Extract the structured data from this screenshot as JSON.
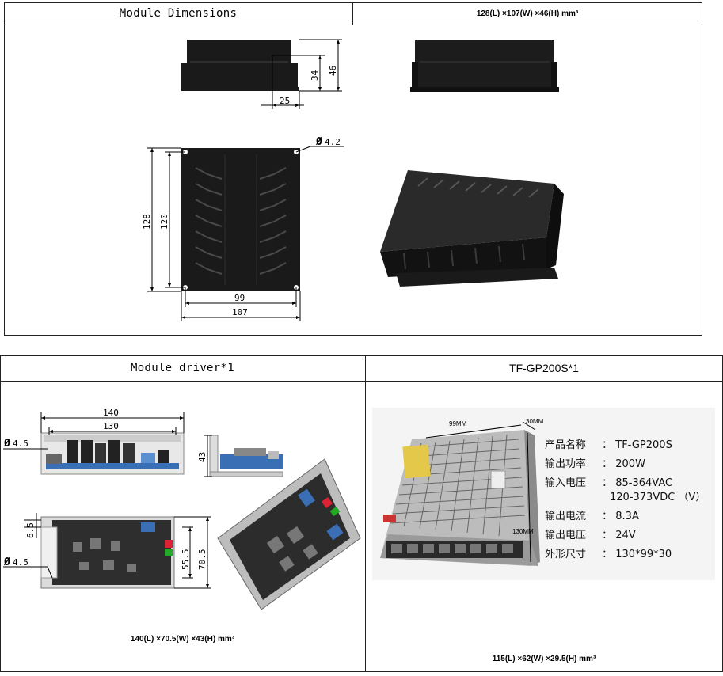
{
  "top_table": {
    "title": "Module Dimensions",
    "size_text": "128(L) ×107(W) ×46(H) mm³",
    "dims": {
      "height_46": "46",
      "height_34": "34",
      "width_25": "25",
      "hole_phi": "4.2",
      "len_128": "128",
      "len_120": "120",
      "w_99": "99",
      "w_107": "107"
    }
  },
  "bottom_table": {
    "left_title": "Module driver*1",
    "right_title": "TF-GP200S*1",
    "left_size": "140(L) ×70.5(W) ×43(H) mm³",
    "right_size": "115(L) ×62(W) ×29.5(H) mm³",
    "driver_dims": {
      "d140": "140",
      "d130": "130",
      "phi1": "4.5",
      "h43": "43",
      "d6_5": "6.5",
      "phi2": "4.5",
      "d55_5": "55.5",
      "d70_5": "70.5"
    },
    "psu": {
      "dim_99": "99MM",
      "dim_30": "30MM",
      "dim_130": "130MM",
      "specs": [
        {
          "label": "产品名称",
          "value": "TF-GP200S"
        },
        {
          "label": "输出功率",
          "value": "200W"
        },
        {
          "label": "输入电压",
          "value": "85-364VAC"
        },
        {
          "label": "",
          "value": "120-373VDC （V）"
        },
        {
          "label": "输出电流",
          "value": "8.3A"
        },
        {
          "label": "输出电压",
          "value": "24V"
        },
        {
          "label": "外形尺寸",
          "value": "130*99*30"
        }
      ]
    }
  }
}
